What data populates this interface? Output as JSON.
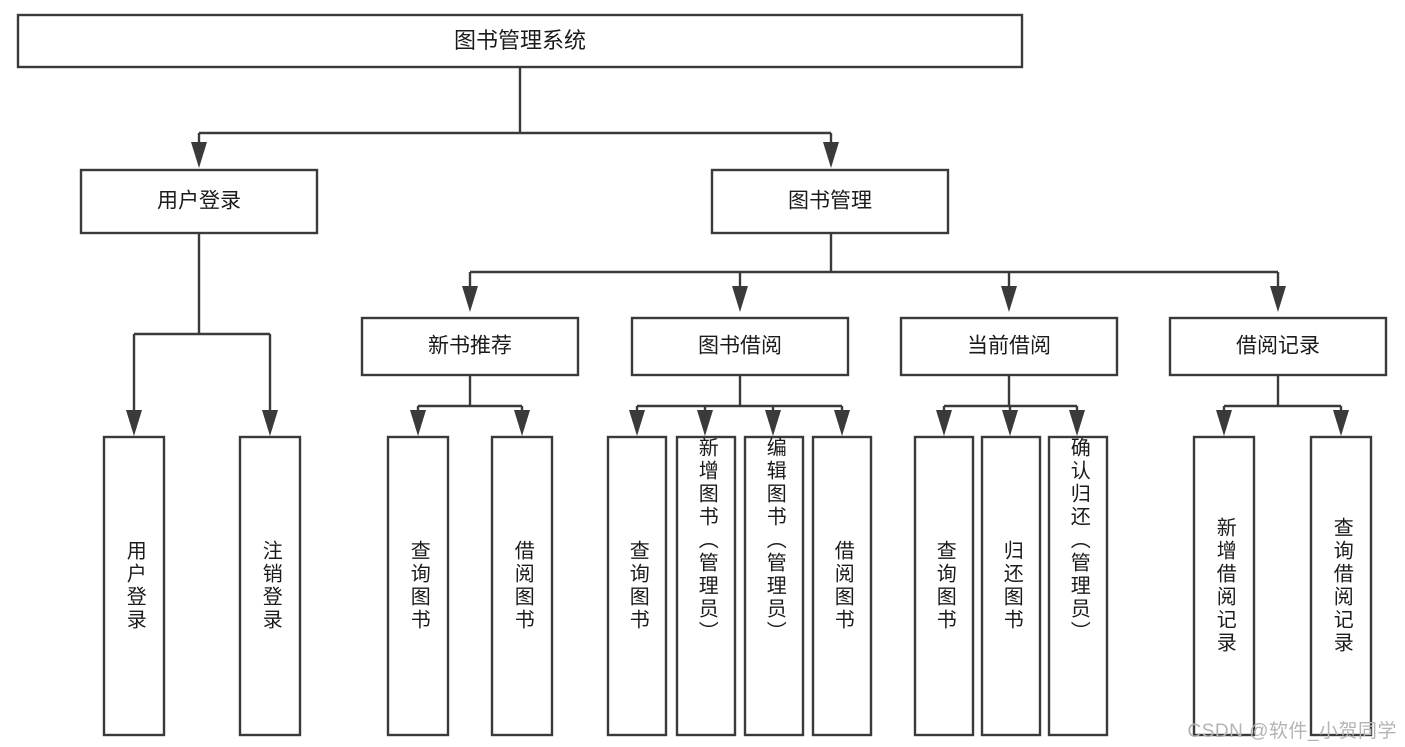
{
  "diagram": {
    "type": "tree",
    "title": "图书管理系统",
    "watermark": "CSDN @软件_小贺同学",
    "colors": {
      "box_stroke": "#3a3a3a",
      "box_fill": "#ffffff",
      "connector": "#3a3a3a",
      "text": "#1b1b1b",
      "watermark": "#b4b4b4",
      "background": "#ffffff"
    },
    "root": {
      "label": "图书管理系统"
    },
    "level2": [
      {
        "label": "用户登录"
      },
      {
        "label": "图书管理"
      }
    ],
    "level3": [
      {
        "label": "新书推荐"
      },
      {
        "label": "图书借阅"
      },
      {
        "label": "当前借阅"
      },
      {
        "label": "借阅记录"
      }
    ],
    "leaves": {
      "user_login": [
        {
          "label": "用户登录"
        },
        {
          "label": "注销登录"
        }
      ],
      "new_book_recommend": [
        {
          "label": "查询图书"
        },
        {
          "label": "借阅图书"
        }
      ],
      "book_borrow": [
        {
          "label": "查询图书"
        },
        {
          "label": "新增图书（管理员）"
        },
        {
          "label": "编辑图书（管理员）"
        },
        {
          "label": "借阅图书"
        }
      ],
      "current_borrow": [
        {
          "label": "查询图书"
        },
        {
          "label": "归还图书"
        },
        {
          "label": "确认归还（管理员）"
        }
      ],
      "borrow_record": [
        {
          "label": "新增借阅记录"
        },
        {
          "label": "查询借阅记录"
        }
      ]
    }
  }
}
